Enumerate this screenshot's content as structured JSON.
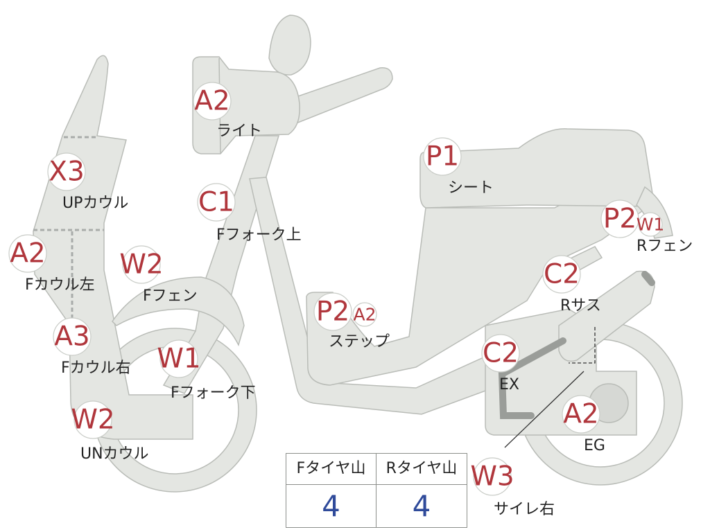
{
  "colors": {
    "badge_text": "#b0363c",
    "badge_fill": "#ffffff",
    "body_fill": "#e4e6e2",
    "body_stroke": "#b9bcb7",
    "value_text": "#2f4a9a"
  },
  "parts": [
    {
      "id": "light",
      "grade": "A2",
      "label": "ライト"
    },
    {
      "id": "up-cowl",
      "grade": "X3",
      "label": "UPカウル"
    },
    {
      "id": "f-cowl-left",
      "grade": "A2",
      "label": "Fカウル左"
    },
    {
      "id": "f-fork-upper",
      "grade": "C1",
      "label": "Fフォーク上"
    },
    {
      "id": "f-fender",
      "grade": "W2",
      "label": "Fフェン"
    },
    {
      "id": "f-cowl-right",
      "grade": "A3",
      "label": "Fカウル右"
    },
    {
      "id": "f-fork-lower",
      "grade": "W1",
      "label": "Fフォーク下"
    },
    {
      "id": "un-cowl",
      "grade": "W2",
      "label": "UNカウル"
    },
    {
      "id": "step",
      "grade": "P2",
      "extra_grade": "A2",
      "label": "ステップ"
    },
    {
      "id": "seat",
      "grade": "P1",
      "label": "シート"
    },
    {
      "id": "r-fender",
      "grade": "P2",
      "extra_grade": "W1",
      "label": "Rフェン"
    },
    {
      "id": "r-suspension",
      "grade": "C2",
      "label": "Rサス"
    },
    {
      "id": "exhaust",
      "grade": "C2",
      "label": "EX"
    },
    {
      "id": "engine",
      "grade": "A2",
      "label": "EG"
    },
    {
      "id": "silencer-right",
      "grade": "W3",
      "label": "サイレ右"
    }
  ],
  "tire_table": {
    "columns": [
      {
        "header": "Fタイヤ山",
        "value": "4"
      },
      {
        "header": "Rタイヤ山",
        "value": "4"
      }
    ]
  }
}
